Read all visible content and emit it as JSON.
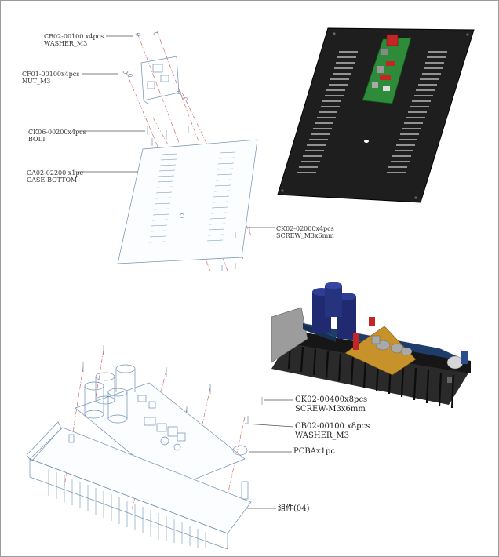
{
  "callouts_top": [
    {
      "part": "CB02-00100 x4pcs",
      "name": "WASHER_M3"
    },
    {
      "part": "CF01-00100x4pcs",
      "name": "NUT_M3"
    },
    {
      "part": "CK06-00200x4pcs",
      "name": "BOLT"
    },
    {
      "part": "CA02-02200 x1pc",
      "name": "CASE-BOTTOM"
    },
    {
      "part": "CK02-02000x4pcs",
      "name": "SCREW_M3x6mm"
    }
  ],
  "callouts_bottom": [
    {
      "part": "CK02-00400x8pcs",
      "name": "SCREW-M3x6mm"
    },
    {
      "part": "CB02-00100 x8pcs",
      "name": "WASHER_M3"
    },
    {
      "part": "PCBAx1pc",
      "name": ""
    },
    {
      "part": "組件(04)",
      "name": ""
    }
  ],
  "colors": {
    "line": "#6f8fb0",
    "dash": "#d05050",
    "plate_dark": "#1e1e1e",
    "pcb_green": "#2e8b3a",
    "pcb_blue": "#1f3d6b",
    "heatsink": "#141414",
    "bracket": "#c8922a",
    "capacitor": "#1f2a70"
  }
}
